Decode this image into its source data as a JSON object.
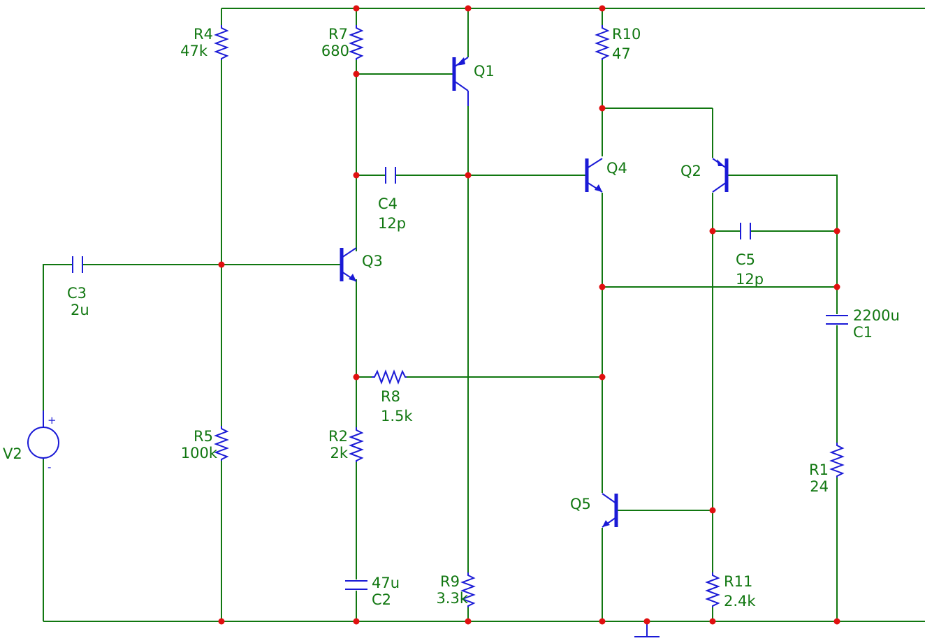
{
  "components": {
    "R4": {
      "ref": "R4",
      "value": "47k"
    },
    "R7": {
      "ref": "R7",
      "value": "680"
    },
    "R10": {
      "ref": "R10",
      "value": "47"
    },
    "R5": {
      "ref": "R5",
      "value": "100k"
    },
    "R8": {
      "ref": "R8",
      "value": "1.5k"
    },
    "R2": {
      "ref": "R2",
      "value": "2k"
    },
    "R9": {
      "ref": "R9",
      "value": "3.3k"
    },
    "R11": {
      "ref": "R11",
      "value": "2.4k"
    },
    "R1": {
      "ref": "R1",
      "value": "24"
    },
    "C3": {
      "ref": "C3",
      "value": "2u"
    },
    "C4": {
      "ref": "C4",
      "value": "12p"
    },
    "C5": {
      "ref": "C5",
      "value": "12p"
    },
    "C1": {
      "ref": "C1",
      "value": "2200u"
    },
    "C2": {
      "ref": "C2",
      "value": "47u"
    },
    "Q1": {
      "ref": "Q1"
    },
    "Q2": {
      "ref": "Q2"
    },
    "Q3": {
      "ref": "Q3"
    },
    "Q4": {
      "ref": "Q4"
    },
    "Q5": {
      "ref": "Q5"
    },
    "V2": {
      "ref": "V2",
      "plus": "+",
      "minus": "-"
    }
  }
}
